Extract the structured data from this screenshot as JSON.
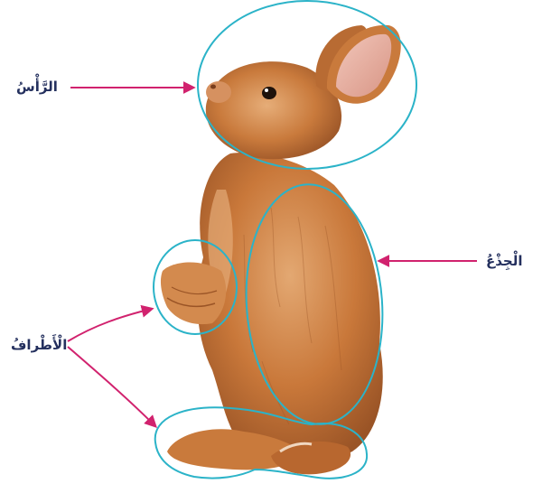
{
  "labels": {
    "head": "الرَّأْسُ",
    "trunk": "الْجِذْعُ",
    "limbs": "الْأَطْرافُ"
  },
  "image": {
    "subject": "rabbit"
  },
  "colors": {
    "outline": "#2bb3c8",
    "arrow": "#d1226e",
    "label_text": "#24305e",
    "fur_base": "#c9783a",
    "fur_light": "#e0a26a",
    "fur_dark": "#8a4a20",
    "ear_inner": "#e9b3a6"
  }
}
